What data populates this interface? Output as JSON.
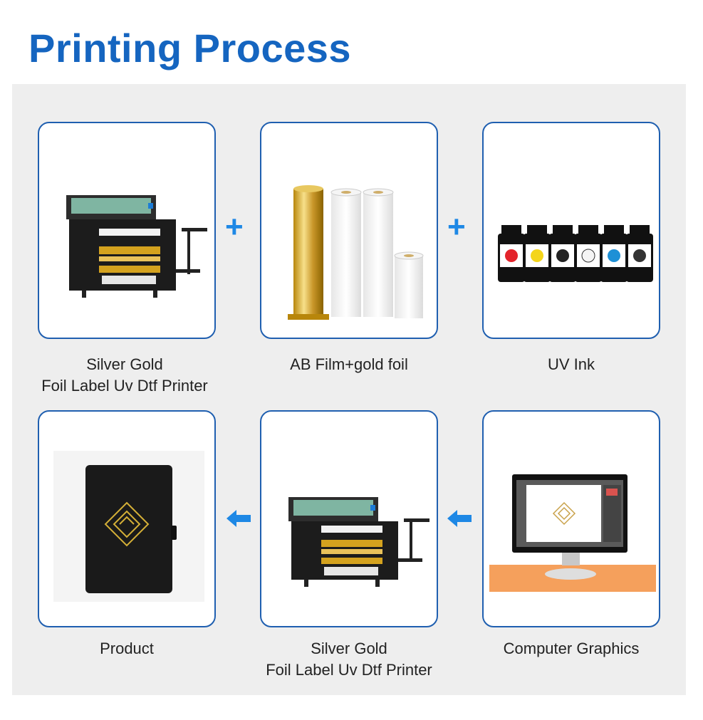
{
  "page": {
    "title": "Printing Process"
  },
  "steps": {
    "printer_top": {
      "caption_line1": "Silver Gold",
      "caption_line2": "Foil Label Uv Dtf Printer"
    },
    "film": {
      "caption": "AB Film+gold foil"
    },
    "ink": {
      "caption": "UV Ink"
    },
    "product": {
      "caption": "Product"
    },
    "printer_bottom": {
      "caption_line1": "Silver Gold",
      "caption_line2": "Foil Label Uv Dtf Printer"
    },
    "computer": {
      "caption": "Computer Graphics"
    }
  },
  "connectors": {
    "plus_symbol": "+",
    "arrow_symbol": "arrow-left"
  },
  "colors": {
    "title": "#1565c0",
    "card_border": "#1f5fb0",
    "connector": "#1e88e5",
    "panel_bg": "#eeeeee"
  },
  "icons": [
    "printer-image",
    "film-rolls-image",
    "ink-bottles-image",
    "notebook-image",
    "computer-monitor-image"
  ]
}
